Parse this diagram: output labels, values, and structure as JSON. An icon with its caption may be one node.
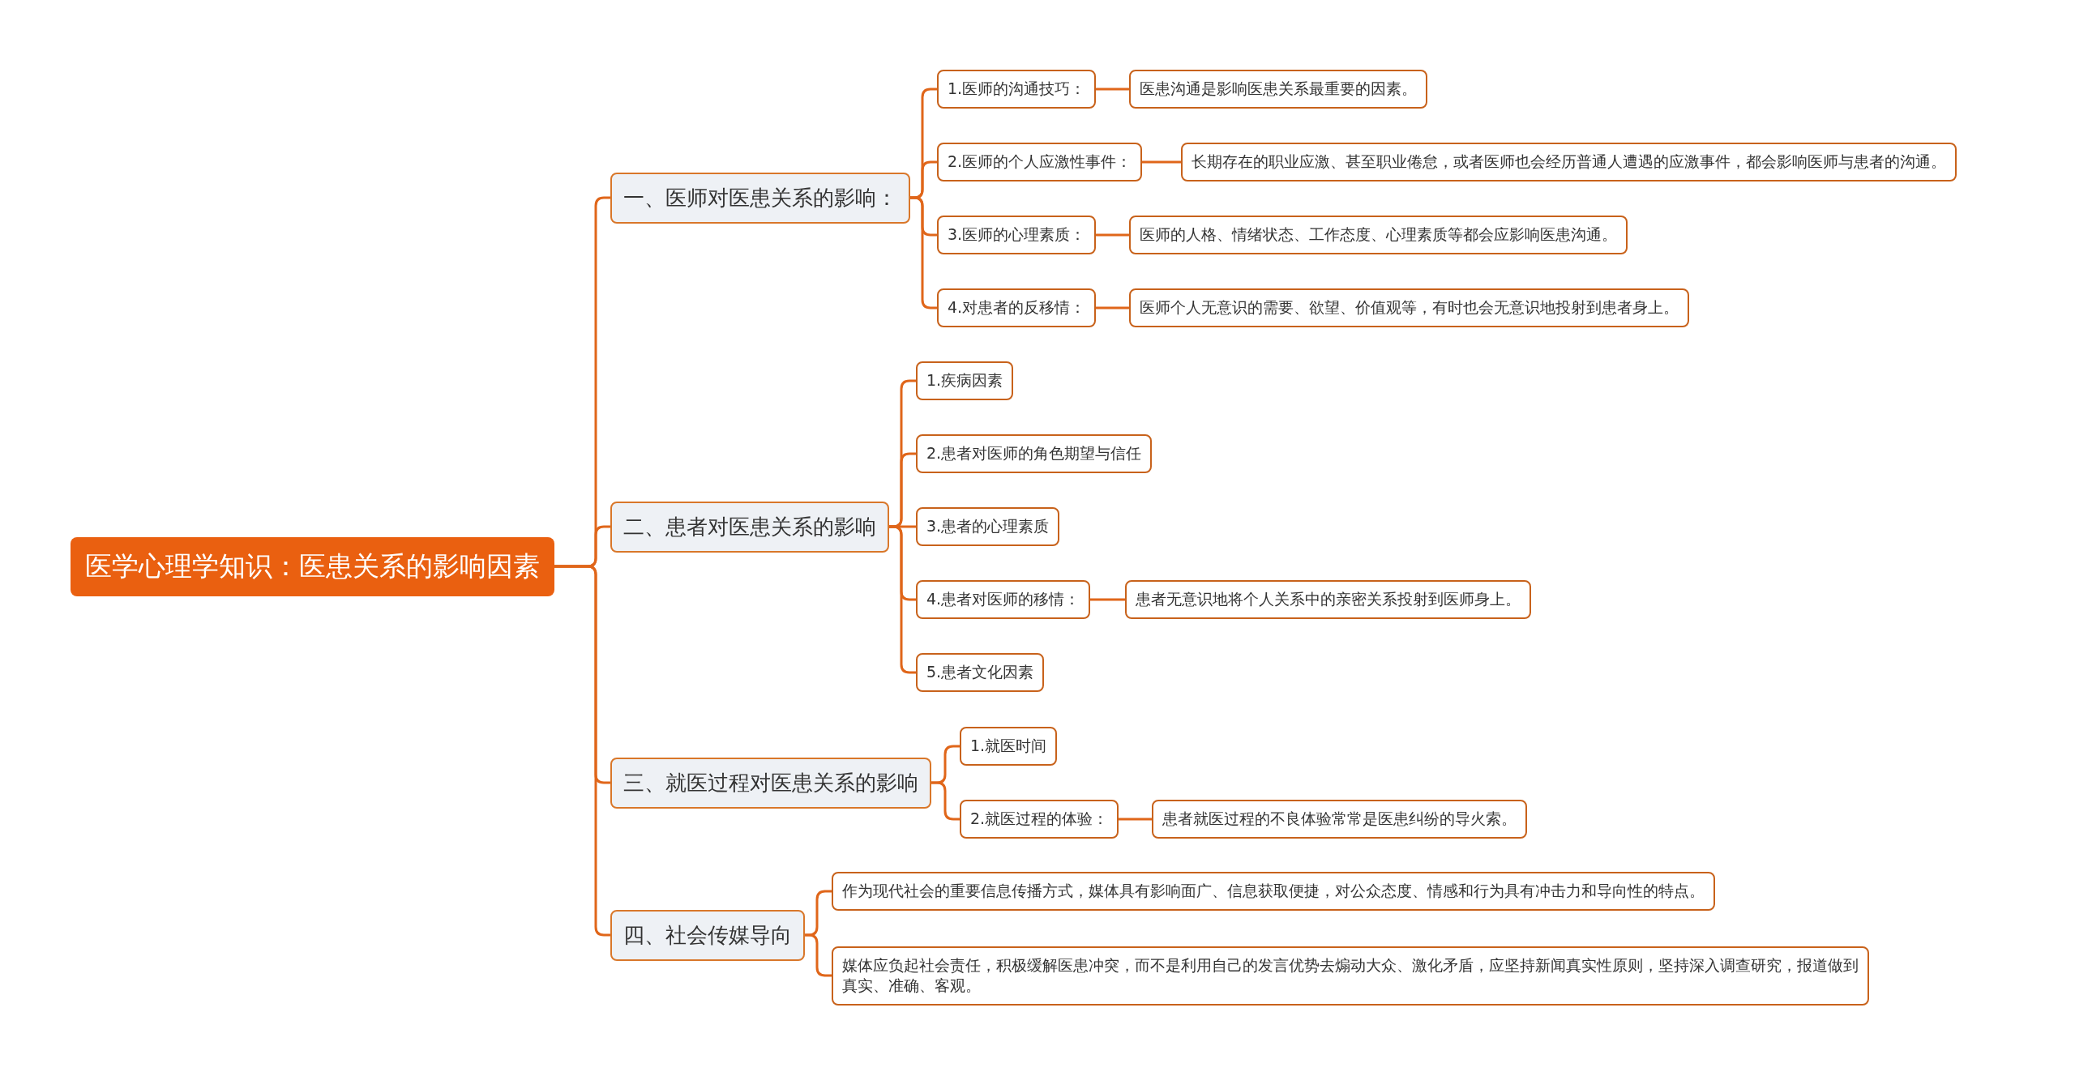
{
  "diagram": {
    "nodes": [
      {
        "text": [
          "医学心理学知识：医患关系的影响因素"
        ]
      },
      {
        "text": [
          "一、医师对医患关系的影响："
        ]
      },
      {
        "text": [
          "1.医师的沟通技巧："
        ]
      },
      {
        "text": [
          "医患沟通是影响医患关系最重要的因素。"
        ]
      },
      {
        "text": [
          "2.医师的个人应激性事件："
        ]
      },
      {
        "text": [
          "长期存在的职业应激、甚至职业倦怠，或者医师也会经历普通人遭遇的应激事件，都会影响医师与患者的沟通。"
        ]
      },
      {
        "text": [
          "3.医师的心理素质："
        ]
      },
      {
        "text": [
          "医师的人格、情绪状态、工作态度、心理素质等都会应影响医患沟通。"
        ]
      },
      {
        "text": [
          "4.对患者的反移情："
        ]
      },
      {
        "text": [
          "医师个人无意识的需要、欲望、价值观等，有时也会无意识地投射到患者身上。"
        ]
      },
      {
        "text": [
          "二、患者对医患关系的影响"
        ]
      },
      {
        "text": [
          "1.疾病因素"
        ]
      },
      {
        "text": [
          "2.患者对医师的角色期望与信任"
        ]
      },
      {
        "text": [
          "3.患者的心理素质"
        ]
      },
      {
        "text": [
          "4.患者对医师的移情："
        ]
      },
      {
        "text": [
          "患者无意识地将个人关系中的亲密关系投射到医师身上。"
        ]
      },
      {
        "text": [
          "5.患者文化因素"
        ]
      },
      {
        "text": [
          "三、就医过程对医患关系的影响"
        ]
      },
      {
        "text": [
          "1.就医时间"
        ]
      },
      {
        "text": [
          "2.就医过程的体验："
        ]
      },
      {
        "text": [
          "患者就医过程的不良体验常常是医患纠纷的导火索。"
        ]
      },
      {
        "text": [
          "四、社会传媒导向"
        ]
      },
      {
        "text": [
          "作为现代社会的重要信息传播方式，媒体具有影响面广、信息获取便捷，对公众态度、情感和行为具有冲击力和导向性的特点。"
        ]
      },
      {
        "text": [
          "媒体应负起社会责任，积极缓解医患冲突，而不是利用自己的发言优势去煽动大众、激化矛盾，应坚持新闻真实性原则，坚持深入调查研究，报道做到真实、准确、客观。"
        ]
      }
    ],
    "edges": [
      {
        "from": 0,
        "to": 1,
        "arrow": "none"
      },
      {
        "from": 0,
        "to": 10,
        "arrow": "none"
      },
      {
        "from": 0,
        "to": 17,
        "arrow": "none"
      },
      {
        "from": 0,
        "to": 21,
        "arrow": "none"
      },
      {
        "from": 1,
        "to": 2,
        "arrow": "none"
      },
      {
        "from": 1,
        "to": 4,
        "arrow": "none"
      },
      {
        "from": 1,
        "to": 6,
        "arrow": "none"
      },
      {
        "from": 1,
        "to": 8,
        "arrow": "none"
      },
      {
        "from": 2,
        "to": 3,
        "arrow": "none"
      },
      {
        "from": 4,
        "to": 5,
        "arrow": "none"
      },
      {
        "from": 6,
        "to": 7,
        "arrow": "none"
      },
      {
        "from": 8,
        "to": 9,
        "arrow": "none"
      },
      {
        "from": 10,
        "to": 11,
        "arrow": "none"
      },
      {
        "from": 10,
        "to": 12,
        "arrow": "none"
      },
      {
        "from": 10,
        "to": 13,
        "arrow": "none"
      },
      {
        "from": 10,
        "to": 14,
        "arrow": "none"
      },
      {
        "from": 10,
        "to": 16,
        "arrow": "none"
      },
      {
        "from": 14,
        "to": 15,
        "arrow": "none"
      },
      {
        "from": 17,
        "to": 18,
        "arrow": "none"
      },
      {
        "from": 17,
        "to": 19,
        "arrow": "none"
      },
      {
        "from": 19,
        "to": 20,
        "arrow": "none"
      },
      {
        "from": 21,
        "to": 22,
        "arrow": "none"
      },
      {
        "from": 21,
        "to": 23,
        "arrow": "none"
      }
    ]
  }
}
